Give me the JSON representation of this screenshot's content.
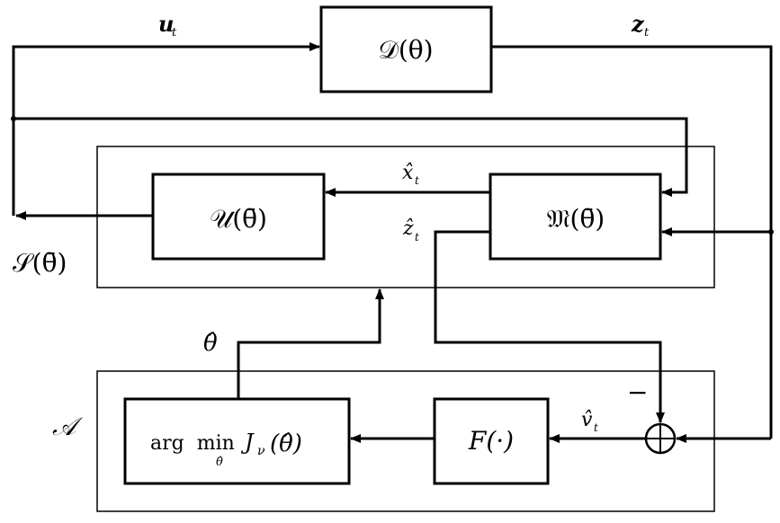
{
  "signals": {
    "u": "u",
    "u_sub": "t",
    "z": "z",
    "z_sub": "t",
    "x_hat": "x̂",
    "x_hat_sub": "t",
    "z_hat": "ẑ",
    "z_hat_sub": "t",
    "theta_hat": "θ̂",
    "v_hat": "v̂",
    "v_hat_sub": "t",
    "minus": "−"
  },
  "blocks": {
    "plant": "𝒟(θ)",
    "controller": "𝒰(θ̄)",
    "model": "𝔐(θ̄)",
    "filter": "F(·)",
    "estimator_prefix": "arg  min",
    "estimator_sub": "θ̂",
    "estimator_cost": "J",
    "estimator_cost_sub": "ν",
    "estimator_arg": "(θ̂)"
  },
  "groups": {
    "supervisor": "𝒮(θ̄)",
    "adaptation": "𝒜"
  },
  "summing_junction": "⊕",
  "colors": {
    "line": "#000000",
    "background": "#ffffff"
  }
}
